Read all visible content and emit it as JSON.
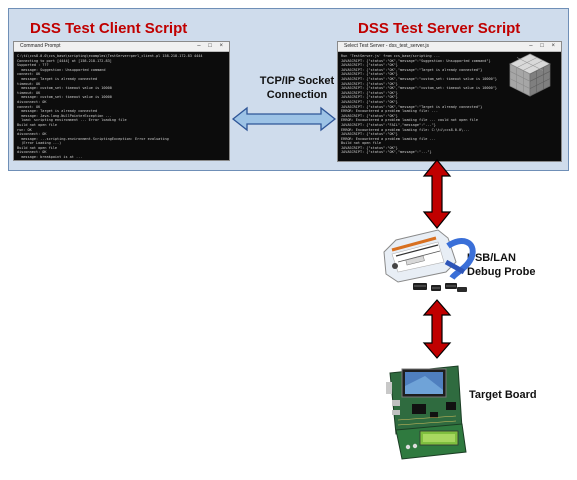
{
  "client": {
    "title": "DSS Test Client Script",
    "window_title": "Command Prompt",
    "lines": [
      "C:\\ti\\ccs8.0.0\\ccs_base\\scripting\\examples\\TestServer>perl_client.pl 158.218.172.83 4444",
      "Connecting to port [4444] at [158.218.172.83]",
      "Supported : ???",
      "  message: Suggestion: Unsupported command",
      "connect: OK",
      "  message: Target is already connected",
      "timeout: OK",
      "  message: custom_set: timeout value is 10000",
      "timeout: OK",
      "  message: custom_set: timeout value is 10000",
      "disconnect: OK",
      "connect: OK",
      "  message: Target is already connected",
      "  message: Java.lang.NullPointerException ...",
      "  load: scripting environment ... Error loading file",
      "Build not open file",
      "run: OK",
      "disconnect: OK",
      "  message: ...scripting.environment.ScriptingException: Error evaluating",
      "  (Error Loading ...)",
      "Build not open file",
      "disconnect: OK",
      "  message: breakpoint is at ...",
      "removeAllBreakpoints: OK",
      "disconnect: OK"
    ]
  },
  "server": {
    "title": "DSS Test Server Script",
    "window_title": "Select Test Server - dss_test_server.js",
    "lines": [
      "Run 'TestServer.js' from ccs_base/scripting ...",
      "JAVASCRIPT: {\"status\":\"OK\",\"message\":\"Suggestion: Unsupported command\"}",
      "JAVASCRIPT: {\"status\":\"OK\"}",
      "JAVASCRIPT: {\"status\":\"OK\",\"message\":\"Target is already connected\"}",
      "JAVASCRIPT: {\"status\":\"OK\"}",
      "JAVASCRIPT: {\"status\":\"OK\",\"message\":\"custom_set: timeout value is 10000\"}",
      "JAVASCRIPT: {\"status\":\"OK\"}",
      "JAVASCRIPT: {\"status\":\"OK\",\"message\":\"custom_set: timeout value is 10000\"}",
      "JAVASCRIPT: {\"status\":\"OK\"}",
      "JAVASCRIPT: {\"status\":\"OK\"}",
      "JAVASCRIPT: {\"status\":\"OK\"}",
      "JAVASCRIPT: {\"status\":\"OK\",\"message\":\"Target is already connected\"}",
      "ERROR: Encountered a problem loading file: ...",
      "JAVASCRIPT: {\"status\":\"OK\"}",
      "ERROR: Encountered a problem loading file ... could not open file",
      "JAVASCRIPT: {\"status\":\"FAIL\",\"message\":\"...\"}",
      "ERROR: Encountered a problem loading file: C:\\ti\\ccs8.0.0\\...",
      "JAVASCRIPT: {\"status\":\"OK\"}",
      "ERROR: Encountered a problem loading file ...",
      "Build not open file",
      "JAVASCRIPT: {\"status\":\"OK\"}",
      "JAVASCRIPT: {\"status\":\"OK\",\"message\":\"...\"}"
    ]
  },
  "connection_label": [
    "TCP/IP Socket",
    "Connection"
  ],
  "probe_label": [
    "USB/LAN",
    "Debug Probe"
  ],
  "board_label": "Target Board",
  "colors": {
    "title_red": "#c00000",
    "panel_bg": "#cfdcec",
    "double_arrow_blue": "#9dc3e6",
    "double_arrow_red": "#c00000"
  }
}
